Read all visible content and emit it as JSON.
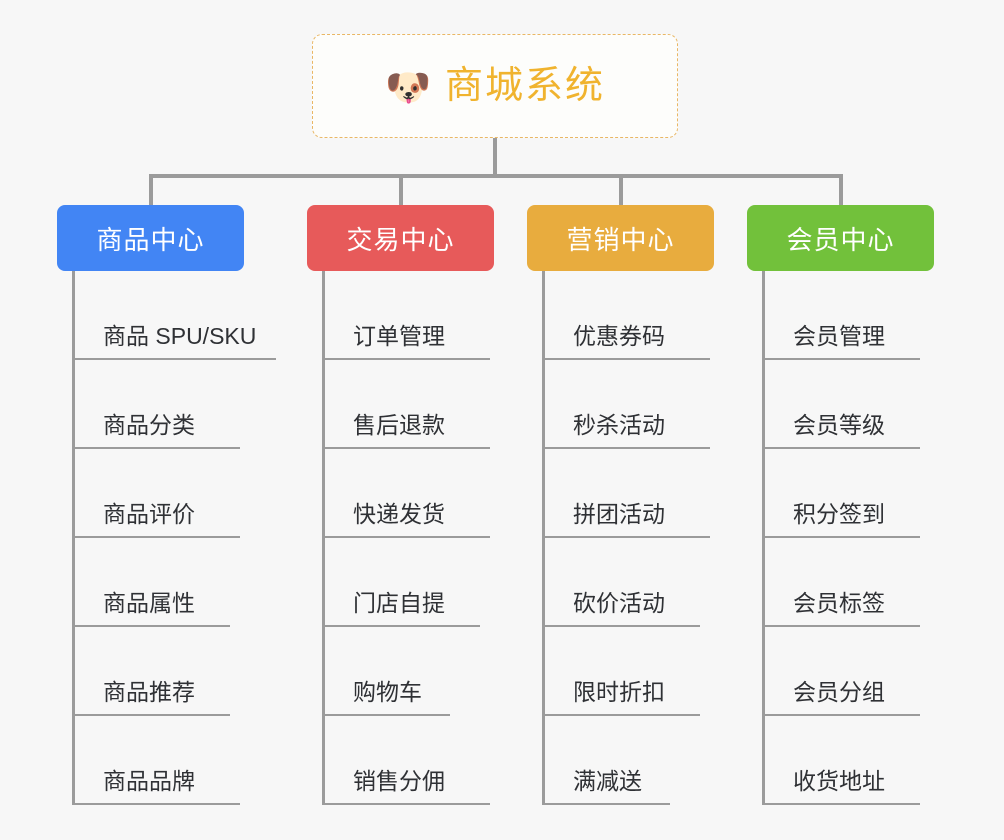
{
  "root": {
    "icon": "dog-face-emoji",
    "emoji": "🐶",
    "title": "商城系统",
    "title_color": "#f0b32e",
    "border_color": "#e9b765"
  },
  "line_color": "#9b9b9b",
  "background_color": "#f7f7f7",
  "columns": [
    {
      "header": "商品中心",
      "color": "#4285f4",
      "items": [
        "商品 SPU/SKU",
        "商品分类",
        "商品评价",
        "商品属性",
        "商品推荐",
        "商品品牌"
      ]
    },
    {
      "header": "交易中心",
      "color": "#e75a5a",
      "items": [
        "订单管理",
        "售后退款",
        "快递发货",
        "门店自提",
        "购物车",
        "销售分佣"
      ]
    },
    {
      "header": "营销中心",
      "color": "#e8ac3e",
      "items": [
        "优惠券码",
        "秒杀活动",
        "拼团活动",
        "砍价活动",
        "限时折扣",
        "满减送"
      ]
    },
    {
      "header": "会员中心",
      "color": "#72c13b",
      "items": [
        "会员管理",
        "会员等级",
        "积分签到",
        "会员标签",
        "会员分组",
        "收货地址"
      ]
    }
  ]
}
